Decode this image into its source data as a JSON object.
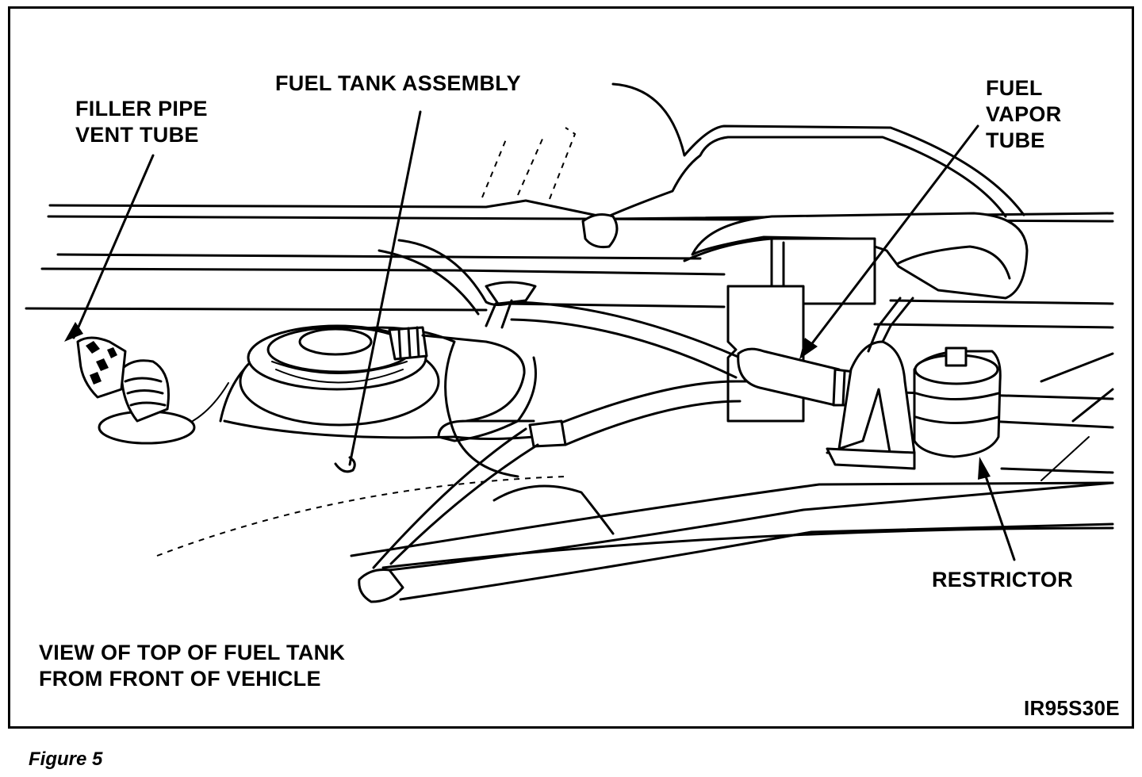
{
  "figure": {
    "caption": "Figure 5",
    "code": "IR95S30E",
    "view_note": [
      "VIEW OF TOP OF FUEL TANK",
      "FROM FRONT OF VEHICLE"
    ]
  },
  "callouts": {
    "filler_pipe_vent_tube": [
      "FILLER PIPE",
      "VENT TUBE"
    ],
    "fuel_tank_assembly": [
      "FUEL TANK ASSEMBLY"
    ],
    "fuel_vapor_tube": [
      "FUEL",
      "VAPOR",
      "TUBE"
    ],
    "restrictor": [
      "RESTRICTOR"
    ]
  },
  "colors": {
    "ink": "#000000",
    "paper": "#ffffff"
  }
}
